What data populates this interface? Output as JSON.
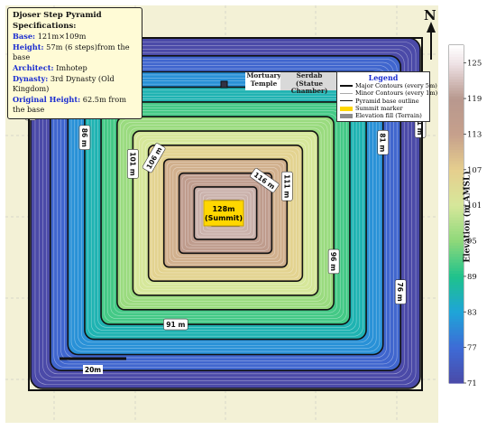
{
  "specs": {
    "title": "Djoser Step Pyramid Specifications:",
    "rows": [
      {
        "key": "Base:",
        "value": "121m×109m"
      },
      {
        "key": "Height:",
        "value": "57m (6 steps)from the base"
      },
      {
        "key": "Architect:",
        "value": "Imhotep"
      },
      {
        "key": "Dynasty:",
        "value": "3rd Dynasty (Old Kingdom)"
      },
      {
        "key": "Original Height:",
        "value": "62.5m from the base"
      }
    ]
  },
  "north_label": "N",
  "places": {
    "mortuary": "Mortuary Temple",
    "serdab_1": "Serdab",
    "serdab_2": "(Statue Chamber)"
  },
  "legend": {
    "title": "Legend",
    "items": [
      {
        "label": "Major Contours (every 5m)",
        "color": "#111111",
        "style": "thick"
      },
      {
        "label": "Minor Contours (every 1m)",
        "color": "#aaaaaa",
        "style": "thin"
      },
      {
        "label": "Pyramid base outline",
        "color": "#111111",
        "style": "medium"
      },
      {
        "label": "Summit marker",
        "color": "#ffd700",
        "style": "block"
      },
      {
        "label": "Elevation fill (Terrain)",
        "color": "#8c8c8c",
        "style": "block"
      }
    ]
  },
  "summit": {
    "line1": "128m",
    "line2": "(Summit)"
  },
  "scale_bar_label": "20m",
  "contours": {
    "levels": [
      71,
      76,
      81,
      86,
      91,
      96,
      101,
      106,
      111,
      116,
      121,
      126
    ],
    "labels": [
      {
        "text": "71 m",
        "level": 71,
        "side": "left",
        "rotate": 90
      },
      {
        "text": "71 m",
        "level": 71,
        "side": "right",
        "rotate": 90
      },
      {
        "text": "76 m",
        "level": 76,
        "side": "right",
        "rotate": 90
      },
      {
        "text": "81 m",
        "level": 81,
        "side": "right",
        "rotate": 90
      },
      {
        "text": "86 m",
        "level": 86,
        "side": "left",
        "rotate": 90
      },
      {
        "text": "91 m",
        "level": 91,
        "side": "bottom",
        "rotate": 0
      },
      {
        "text": "96 m",
        "level": 96,
        "side": "right",
        "rotate": 90
      },
      {
        "text": "101 m",
        "level": 101,
        "side": "left",
        "rotate": 90
      },
      {
        "text": "106 m",
        "level": 106,
        "side": "topleft",
        "rotate": -60
      },
      {
        "text": "111 m",
        "level": 111,
        "side": "right",
        "rotate": 90
      },
      {
        "text": "116 m",
        "level": 116,
        "side": "topright",
        "rotate": 35
      }
    ]
  },
  "colorbar": {
    "label": "Elevation (m AMSL)",
    "min": 71,
    "max": 128,
    "ticks": [
      71,
      77,
      83,
      89,
      95,
      101,
      107,
      113,
      119,
      125
    ],
    "stops": [
      {
        "v": 71,
        "c": "#4b4aa8"
      },
      {
        "v": 77,
        "c": "#3e6bd6"
      },
      {
        "v": 83,
        "c": "#1fa4d8"
      },
      {
        "v": 89,
        "c": "#1fc28c"
      },
      {
        "v": 95,
        "c": "#8ed87a"
      },
      {
        "v": 101,
        "c": "#d6e79a"
      },
      {
        "v": 107,
        "c": "#e6cf8e"
      },
      {
        "v": 113,
        "c": "#c6a08c"
      },
      {
        "v": 119,
        "c": "#b8988e"
      },
      {
        "v": 125,
        "c": "#efe3e6"
      },
      {
        "v": 128,
        "c": "#ffffff"
      }
    ]
  }
}
